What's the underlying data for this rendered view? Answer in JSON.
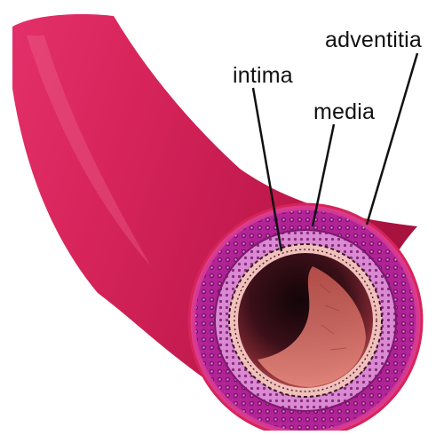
{
  "labels": {
    "adventitia": "adventitia",
    "intima": "intima",
    "media": "media"
  },
  "colors": {
    "vessel": "#d6245a",
    "vessel_highlight": "#e44a78",
    "vessel_shadow": "#a8123f",
    "adventitia": "#b4209a",
    "media": "#d98ad2",
    "intima": "#f2c7c4",
    "lumen": "#2a0d14",
    "blood": "#d8665f",
    "leader_line": "#111111"
  }
}
